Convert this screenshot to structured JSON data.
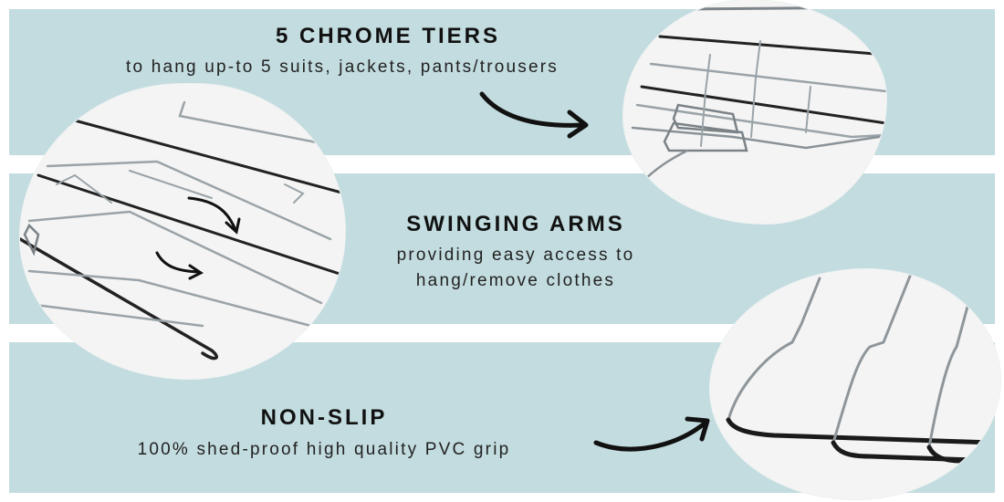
{
  "sections": [
    {
      "heading": "5 CHROME TIERS",
      "text": "to hang up-to 5 suits, jackets, pants/trousers",
      "image": "hanger-tiers-closeup"
    },
    {
      "heading": "SWINGING ARMS",
      "text_line1": "providing easy access to",
      "text_line2": "hang/remove clothes",
      "image": "swinging-arms-closeup"
    },
    {
      "heading": "NON-SLIP",
      "text": "100% shed-proof high quality PVC grip",
      "image": "pvc-grip-closeup"
    }
  ],
  "colors": {
    "band": "#c3dcdf",
    "text": "#111111",
    "chrome": "#9aa3a8",
    "pvc": "#1a1a1a"
  },
  "icons": [
    "curved-arrow-icon"
  ]
}
